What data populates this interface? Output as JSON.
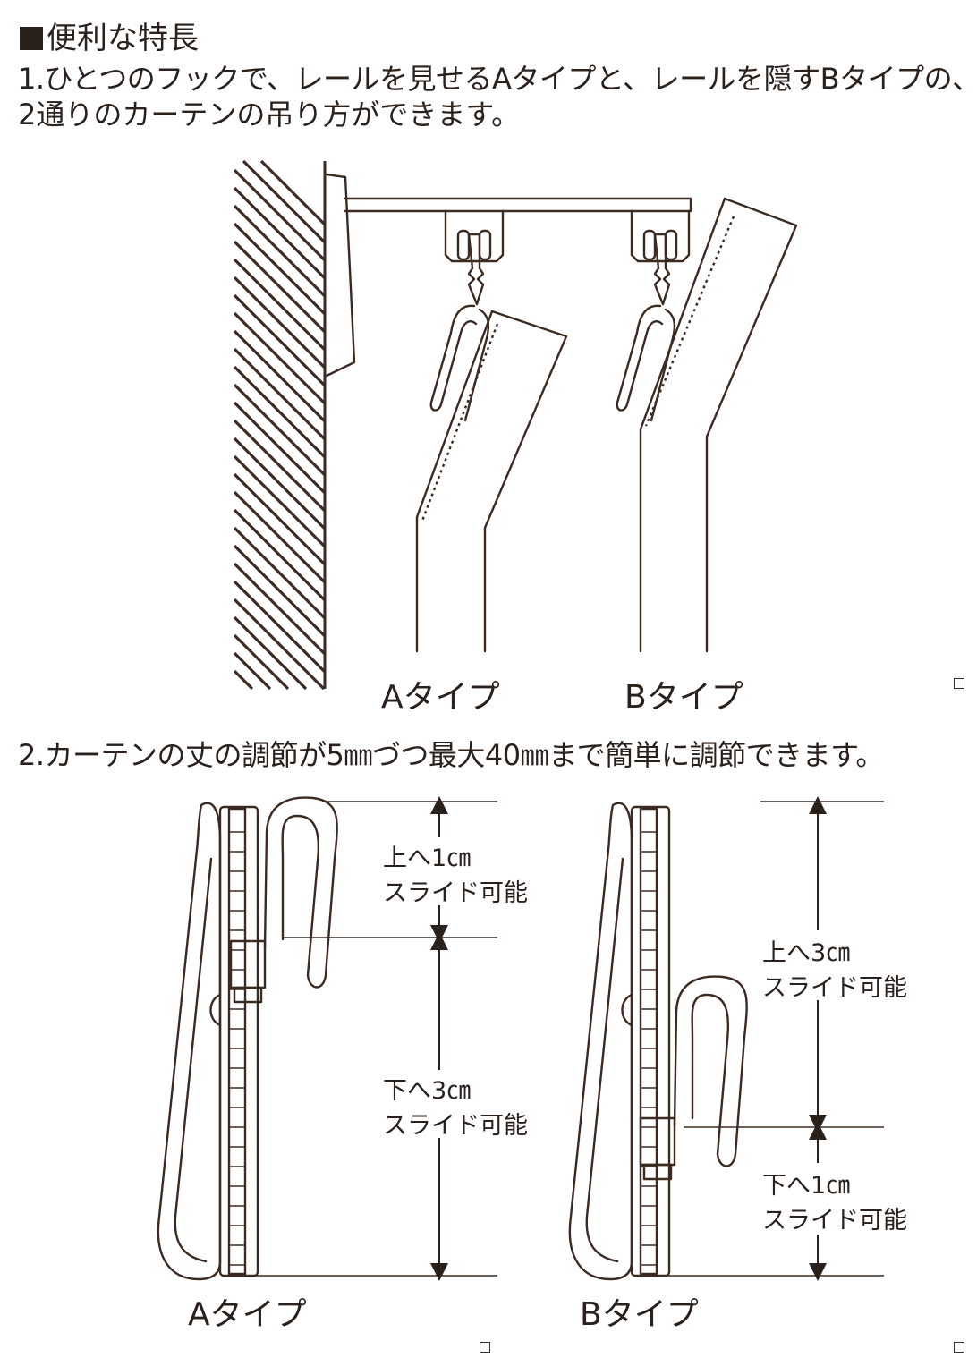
{
  "heading": "便利な特長",
  "point1": {
    "line1": "1.ひとつのフックで、レールを見せるAタイプと、レールを隠すBタイプの、",
    "line2": "2通りのカーテンの吊り方ができます。"
  },
  "point2": {
    "line": "2.カーテンの丈の調節が5㎜づつ最大40㎜まで簡単に調節できます。"
  },
  "labels": {
    "type_a_top": "Aタイプ",
    "type_b_top": "Bタイプ",
    "type_a_bottom": "Aタイプ",
    "type_b_bottom": "Bタイプ"
  },
  "dimensions": {
    "a_up_1": "上へ1㎝",
    "a_up_2": "スライド可能",
    "a_down_1": "下へ3㎝",
    "a_down_2": "スライド可能",
    "b_up_1": "上へ3㎝",
    "b_up_2": "スライド可能",
    "b_down_1": "下へ1㎝",
    "b_down_2": "スライド可能"
  },
  "colors": {
    "ink": "#2a211c",
    "line": "#3a2a22",
    "background": "#ffffff"
  }
}
